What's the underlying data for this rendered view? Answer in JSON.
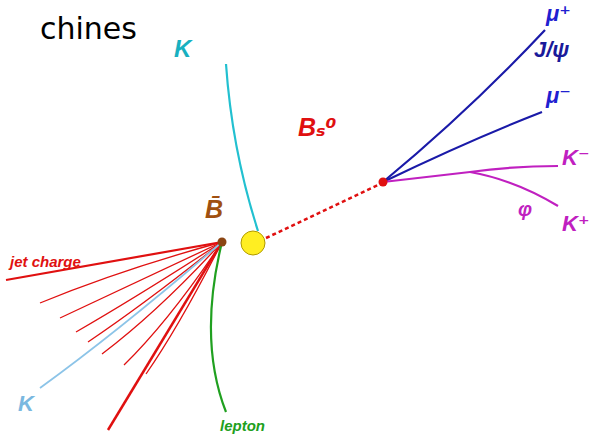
{
  "diagram": {
    "title": "chines",
    "labels": [
      "K",
      "μ⁺",
      "J/ψ",
      "μ⁻",
      "Bₛ⁰",
      "K⁻",
      "φ",
      "K⁺",
      "B̄",
      "jet charge",
      "K",
      "lepton"
    ]
  }
}
